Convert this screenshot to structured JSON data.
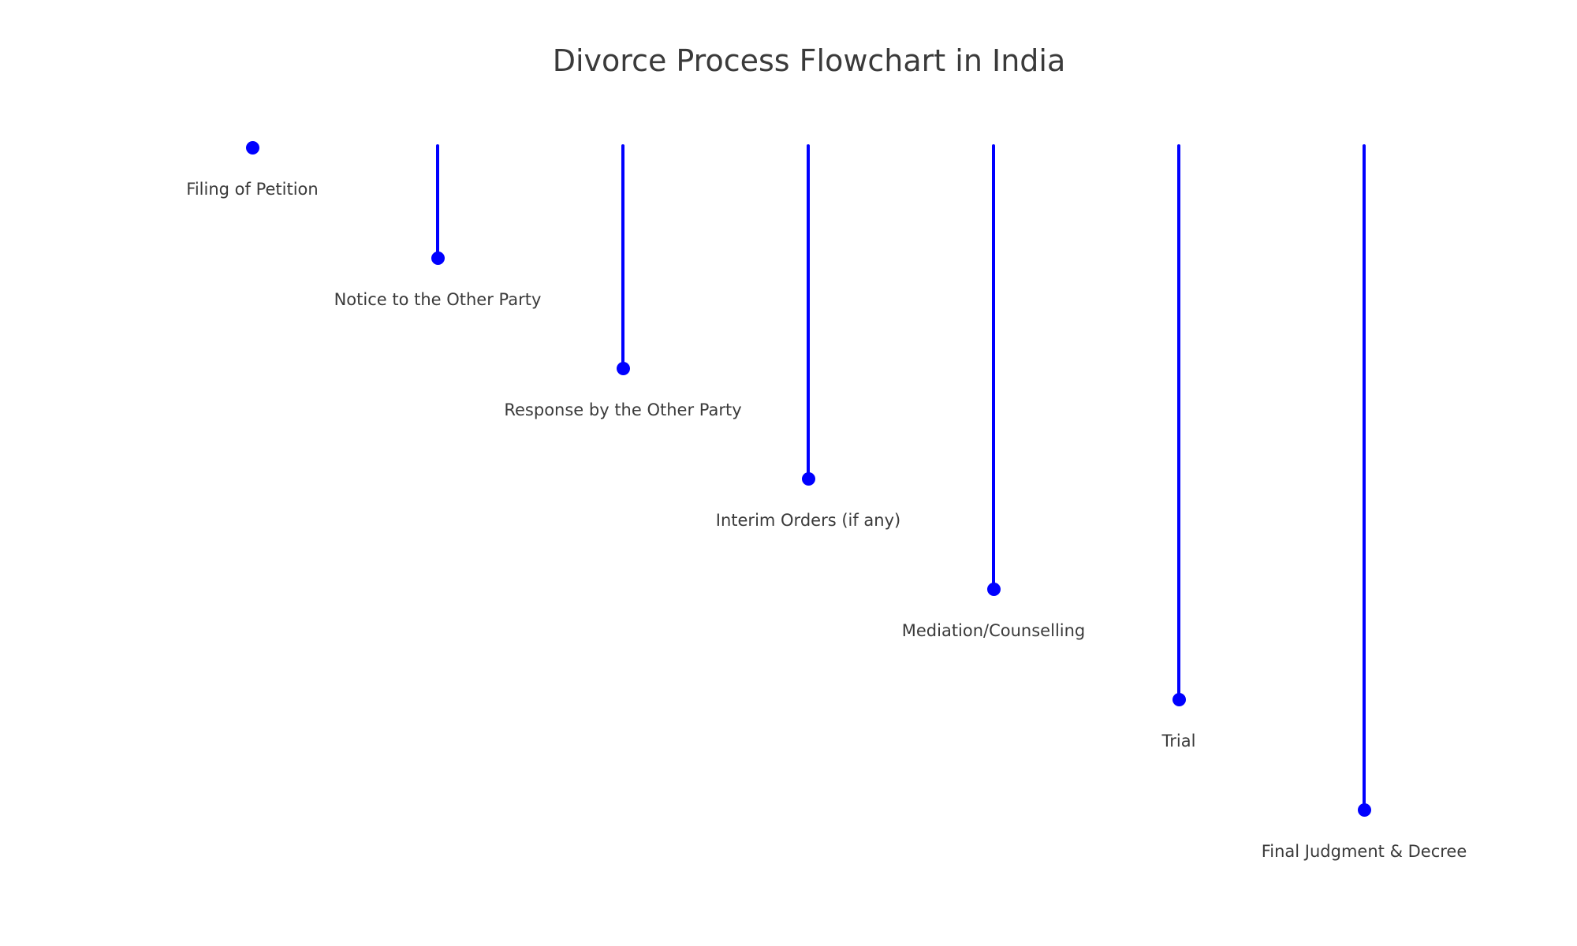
{
  "chart_data": {
    "type": "stem",
    "title": "Divorce Process Flowchart in India",
    "orientation": "vertical-hanging",
    "categories": [
      "Filing of Petition",
      "Notice to the Other Party",
      "Response by the Other Party",
      "Interim Orders (if any)",
      "Mediation/Counselling",
      "Trial",
      "Final Judgment & Decree"
    ],
    "steps": [
      {
        "order": 1,
        "label": "Filing of Petition",
        "level": 7
      },
      {
        "order": 2,
        "label": "Notice to the Other Party",
        "level": 6
      },
      {
        "order": 3,
        "label": "Response by the Other Party",
        "level": 5
      },
      {
        "order": 4,
        "label": "Interim Orders (if any)",
        "level": 4
      },
      {
        "order": 5,
        "label": "Mediation/Counselling",
        "level": 3
      },
      {
        "order": 6,
        "label": "Trial",
        "level": 2
      },
      {
        "order": 7,
        "label": "Final Judgment & Decree",
        "level": 1
      }
    ],
    "values": [
      7,
      6,
      5,
      4,
      3,
      2,
      1
    ],
    "stem_baseline_value": 7,
    "axes_visible": false,
    "grid": false,
    "legend": "none",
    "colors": {
      "stem": "#0000ff",
      "marker": "#0000ff",
      "text": "#3a3a3a",
      "background": "#ffffff"
    }
  }
}
